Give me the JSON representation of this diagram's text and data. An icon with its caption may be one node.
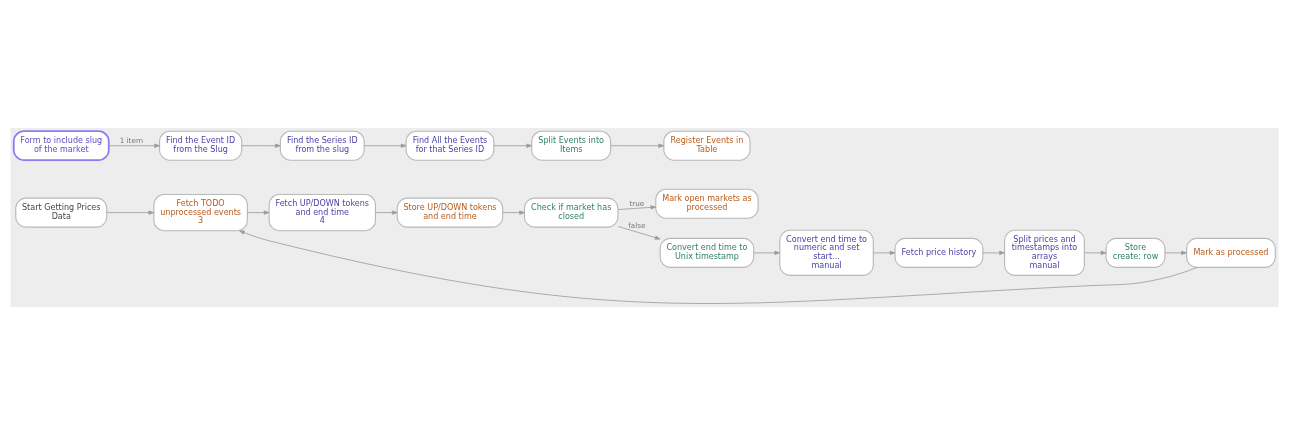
{
  "diagram": {
    "nodes": [
      {
        "text": [
          "Form to include slug of the market"
        ]
      },
      {
        "text": [
          "Find the Event ID from the Slug"
        ]
      },
      {
        "text": [
          "Find the Series ID from the slug"
        ]
      },
      {
        "text": [
          "Find All the Events for that Series ID"
        ]
      },
      {
        "text": [
          "Split Events into Items"
        ]
      },
      {
        "text": [
          "Register Events in Table"
        ]
      },
      {
        "text": [
          "Start Getting Prices Data"
        ]
      },
      {
        "text": [
          "Fetch TODO unprocessed events",
          "3"
        ]
      },
      {
        "text": [
          "Fetch UP/DOWN tokens and end time",
          "4"
        ]
      },
      {
        "text": [
          "Store UP/DOWN tokens and end time"
        ]
      },
      {
        "text": [
          "Check if market has closed"
        ]
      },
      {
        "text": [
          "Mark open markets as processed"
        ]
      },
      {
        "text": [
          "Convert end time to Unix timestamp"
        ]
      },
      {
        "text": [
          "Convert end time to numeric and set start...",
          "manual"
        ]
      },
      {
        "text": [
          "Fetch price history"
        ]
      },
      {
        "text": [
          "Split prices and timestamps into arrays",
          "manual"
        ]
      },
      {
        "text": [
          "Store",
          "create: row"
        ]
      },
      {
        "text": [
          "Mark as processed"
        ]
      }
    ],
    "edges": [
      {
        "from": 0,
        "to": 1,
        "arrow": "to",
        "label": "1 item"
      },
      {
        "from": 1,
        "to": 2,
        "arrow": "to"
      },
      {
        "from": 2,
        "to": 3,
        "arrow": "to"
      },
      {
        "from": 3,
        "to": 4,
        "arrow": "to"
      },
      {
        "from": 4,
        "to": 5,
        "arrow": "to"
      },
      {
        "from": 6,
        "to": 7,
        "arrow": "to"
      },
      {
        "from": 7,
        "to": 8,
        "arrow": "to"
      },
      {
        "from": 8,
        "to": 9,
        "arrow": "to"
      },
      {
        "from": 9,
        "to": 10,
        "arrow": "to"
      },
      {
        "from": 10,
        "to": 11,
        "arrow": "to",
        "label": "true"
      },
      {
        "from": 10,
        "to": 12,
        "arrow": "to",
        "label": "false"
      },
      {
        "from": 12,
        "to": 13,
        "arrow": "to"
      },
      {
        "from": 13,
        "to": 14,
        "arrow": "to"
      },
      {
        "from": 14,
        "to": 15,
        "arrow": "to"
      },
      {
        "from": 15,
        "to": 16,
        "arrow": "to"
      },
      {
        "from": 16,
        "to": 17,
        "arrow": "to"
      },
      {
        "from": 17,
        "to": 7,
        "arrow": "to"
      }
    ]
  }
}
